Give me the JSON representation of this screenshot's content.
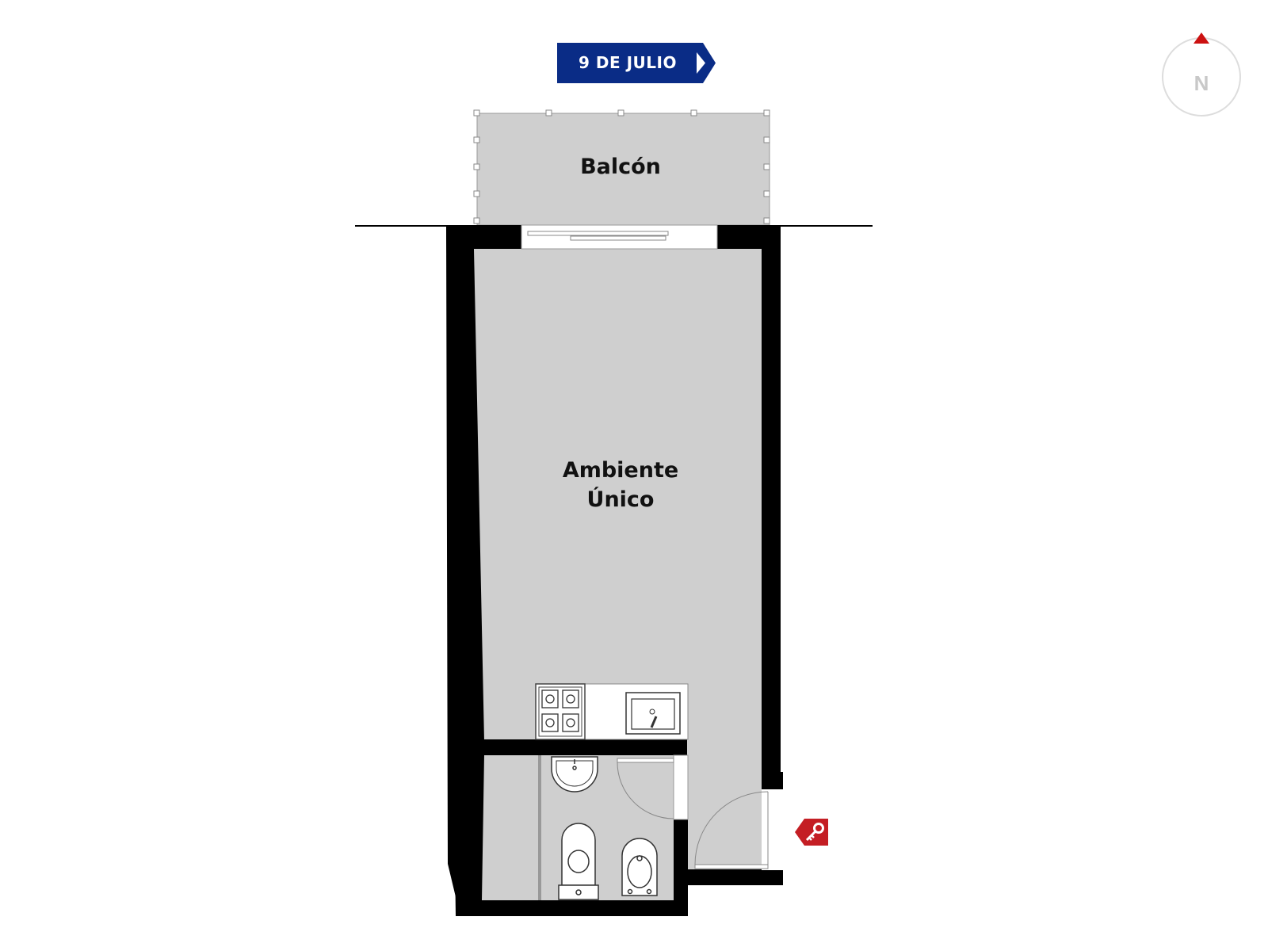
{
  "street": {
    "name": "9 DE JULIO",
    "color": "#0a2c86",
    "icon": "chevron-right-icon"
  },
  "compass": {
    "label": "N",
    "marker_color": "#cc1111",
    "ring_color": "#dddddd"
  },
  "rooms": {
    "balcony": "Balcón",
    "main_line1": "Ambiente",
    "main_line2": "Único"
  },
  "entry": {
    "icon": "key-icon",
    "color": "#c41e24"
  },
  "colors": {
    "floor": "#cfcfcf",
    "wall": "#000000"
  }
}
